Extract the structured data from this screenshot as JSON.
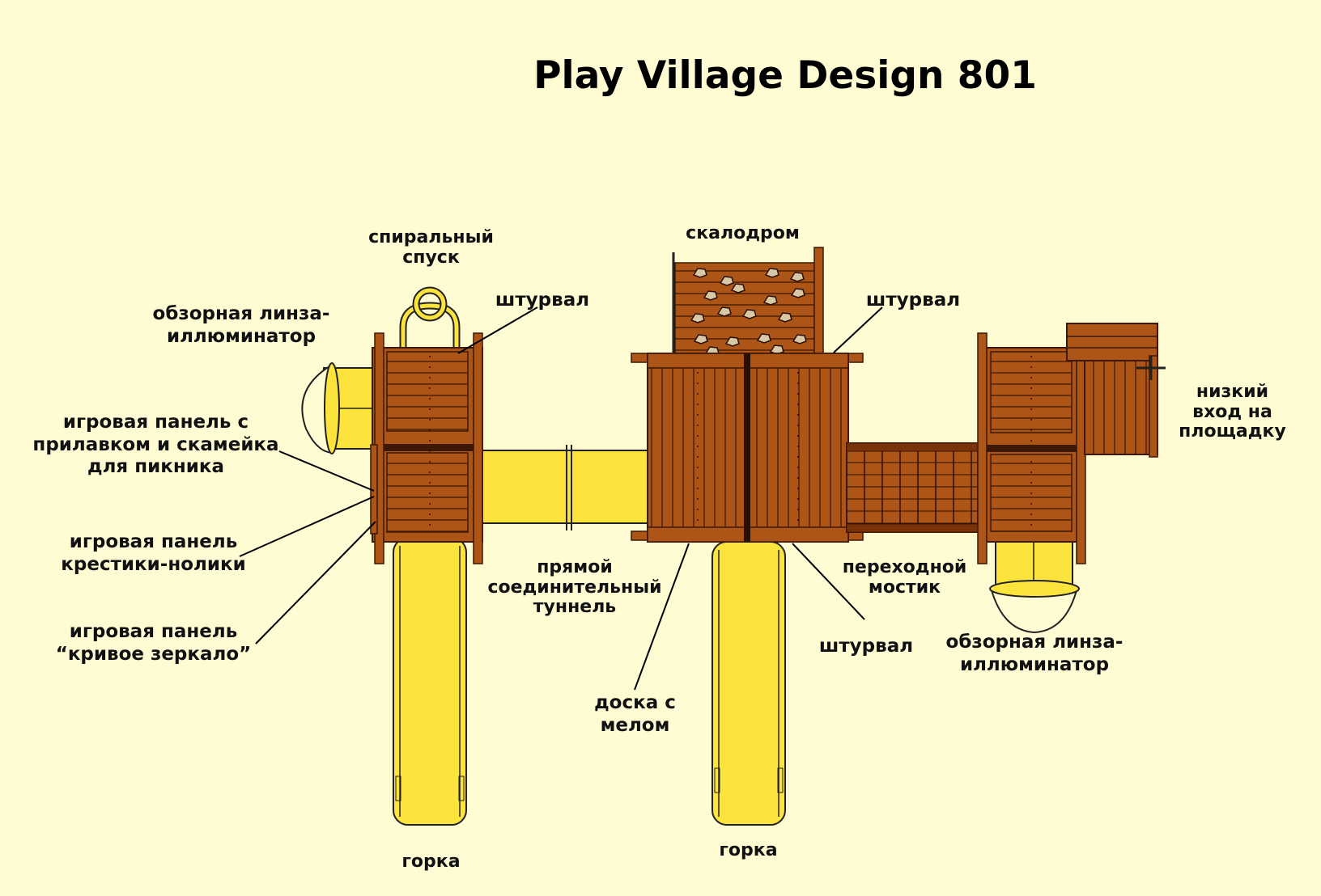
{
  "title": "Play Village Design 801",
  "colors": {
    "background": "#fffbd2",
    "wood": "#ad5516",
    "wood_dark": "#6b2b07",
    "plastic_yellow": "#fde43c",
    "outline": "#222222"
  },
  "labels": {
    "spiral": [
      "спиральный",
      "спуск"
    ],
    "lens_left": [
      "обзорная линза-",
      "иллюминатор"
    ],
    "wheel_left": "штурвал",
    "climbing_wall": "скалодром",
    "wheel_right": "штурвал",
    "picnic_panel": [
      "игровая панель с",
      "прилавком и скамейка",
      "для пикника"
    ],
    "tictactoe_panel": [
      "игровая панель",
      "крестики-нолики"
    ],
    "mirror_panel": [
      "игровая панель",
      "“кривое зеркало”"
    ],
    "tunnel": [
      "прямой",
      "соединительный",
      "туннель"
    ],
    "bridge": [
      "переходной",
      "мостик"
    ],
    "low_entry": [
      "низкий",
      "вход на",
      "площадку"
    ],
    "wheel_bottom": "штурвал",
    "lens_right": [
      "обзорная линза-",
      "иллюминатор"
    ],
    "chalkboard": [
      "доска с",
      "мелом"
    ],
    "slide_left": "горка",
    "slide_middle": "горка"
  }
}
